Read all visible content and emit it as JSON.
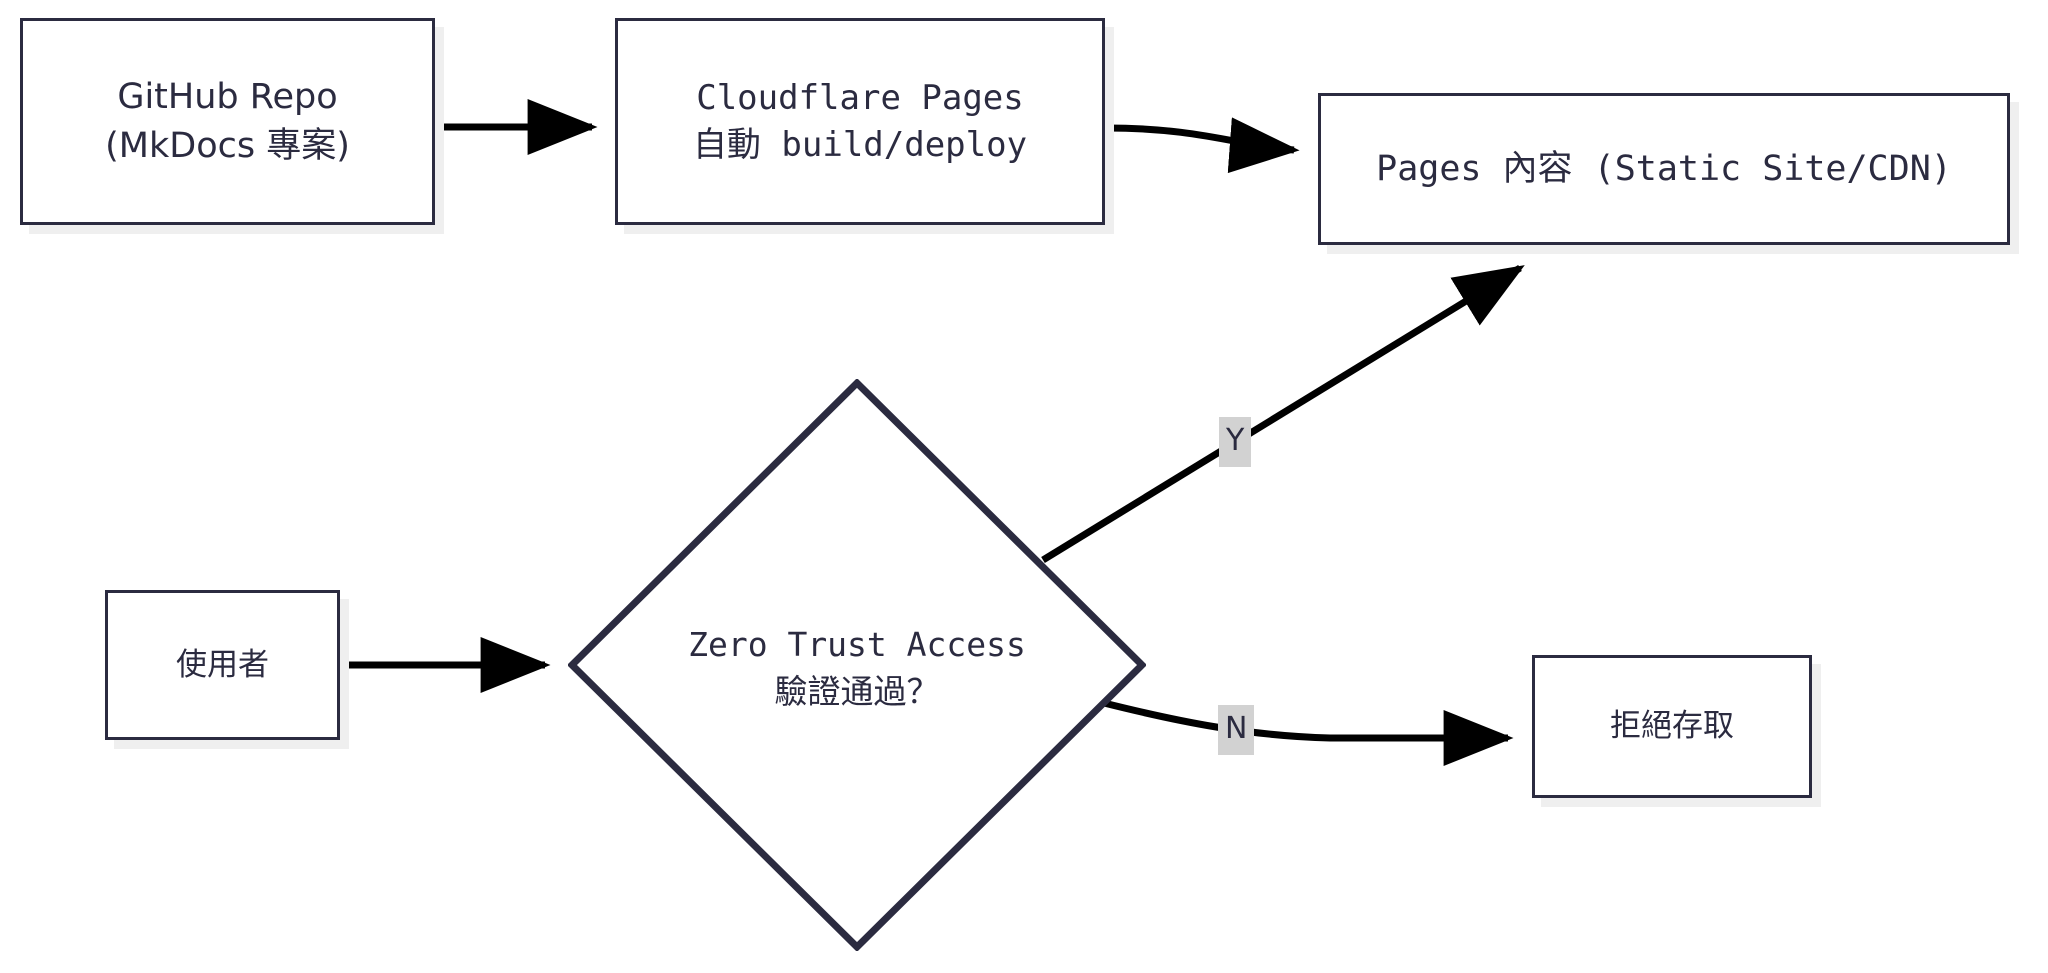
{
  "diagram": {
    "type": "flowchart",
    "direction": "left-to-right",
    "background_color": "#ffffff",
    "node_border_color": "#2b2b40",
    "node_fill_color": "#ffffff",
    "node_shadow_color": "#efefef",
    "edge_color": "#000000",
    "edge_label_background": "#d2d2d2",
    "nodes": [
      {
        "id": "github",
        "shape": "rectangle",
        "line1": "GitHub Repo",
        "line2": "(MkDocs 專案)",
        "text": "GitHub Repo\n(MkDocs 專案)"
      },
      {
        "id": "cloudflare",
        "shape": "rectangle",
        "line1": "Cloudflare Pages",
        "line2": "自動 build/deploy",
        "text": "Cloudflare Pages\n自動 build/deploy"
      },
      {
        "id": "pages",
        "shape": "rectangle",
        "line1": "Pages 內容 (Static Site/CDN)",
        "text": "Pages 內容 (Static Site/CDN)"
      },
      {
        "id": "user",
        "shape": "rectangle",
        "line1": "使用者",
        "text": "使用者"
      },
      {
        "id": "decision",
        "shape": "diamond",
        "line1": "Zero Trust Access",
        "line2": "驗證通過？",
        "text": "Zero Trust Access\n驗證通過？"
      },
      {
        "id": "deny",
        "shape": "rectangle",
        "line1": "拒絕存取",
        "text": "拒絕存取"
      }
    ],
    "edges": [
      {
        "from": "github",
        "to": "cloudflare",
        "label": ""
      },
      {
        "from": "cloudflare",
        "to": "pages",
        "label": ""
      },
      {
        "from": "user",
        "to": "decision",
        "label": ""
      },
      {
        "from": "decision",
        "to": "pages",
        "label": "Y"
      },
      {
        "from": "decision",
        "to": "deny",
        "label": "N"
      }
    ],
    "edge_labels": {
      "yes": "Y",
      "no": "N"
    }
  }
}
